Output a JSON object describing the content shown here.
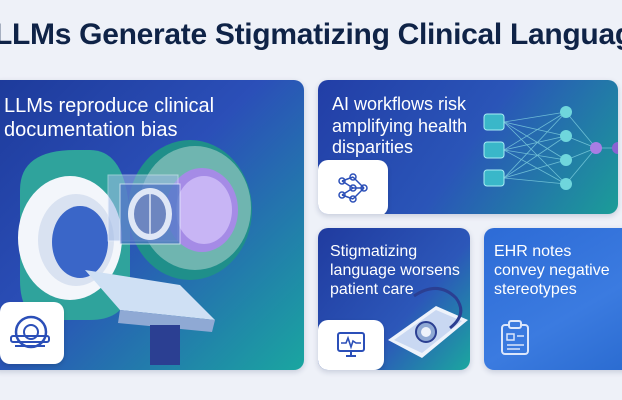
{
  "title": "LLMs Generate Stigmatizing Clinical Language",
  "cards": [
    {
      "heading": [
        "LLMs reproduce clinical",
        "documentation bias"
      ],
      "icon": "mri-scanner-icon",
      "illustration": "mri-scanner-with-brain-scan"
    },
    {
      "heading": [
        "AI workflows risk",
        "amplifying health",
        "disparities"
      ],
      "icon": "neural-network-icon",
      "illustration": "neural-network-diagram"
    },
    {
      "heading": [
        "Stigmatizing",
        "language worsens",
        "patient care"
      ],
      "icon": "monitor-heartbeat-icon",
      "illustration": "tablet-with-stethoscope"
    },
    {
      "heading": [
        "EHR notes",
        "convey negative",
        "stereotypes"
      ],
      "icon": "clipboard-document-icon"
    }
  ],
  "colors": {
    "title": "#0f2347",
    "card_blue": "#2b4fb8",
    "card_teal": "#1aa6a0",
    "accent_purple": "#8a63d2",
    "background": "#eef1f8"
  }
}
